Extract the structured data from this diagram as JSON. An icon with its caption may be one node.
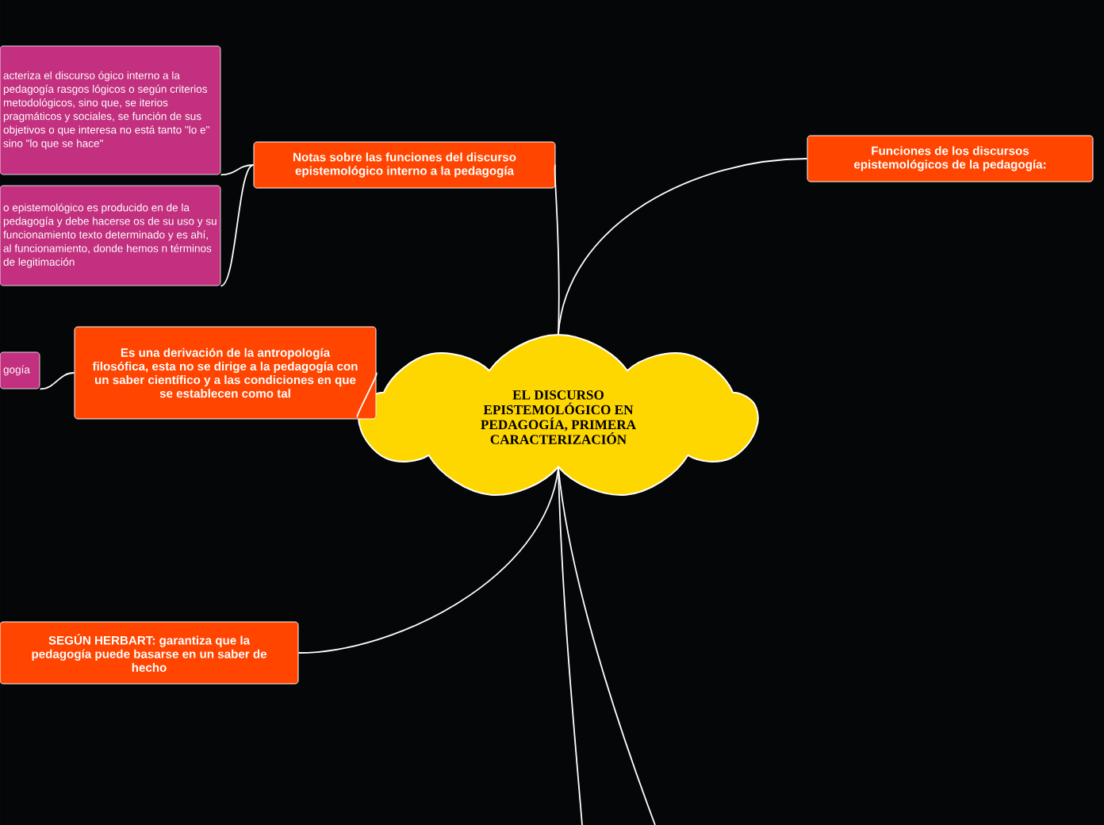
{
  "diagram": {
    "nodes": [
      {
        "text": [
          "EL DISCURSO EPISTEMOLÓGICO  EN PEDAGOGÍA, PRIMERA CARACTERIZACIÓN"
        ]
      },
      {
        "text": [
          "Notas sobre las funciones del discurso epistemológico interno a la pedagogía"
        ]
      },
      {
        "text": [
          "acteriza el discurso ógico interno a la pedagogía rasgos lógicos o según criterios metodológicos, sino que, se iterios pragmáticos y sociales, se función de sus objetivos o que interesa no está tanto \"lo e\" sino \"lo que se hace\""
        ]
      },
      {
        "text": [
          "o epistemológico es producido en de la pedagogía y debe hacerse os de su uso y su funcionamiento texto determinado y es ahí, al funcionamiento, donde hemos n términos de legitimación"
        ]
      },
      {
        "text": [
          "Funciones de los discursos epistemológicos de la pedagogía:"
        ]
      },
      {
        "text": [
          "Es una derivación de la antropología filosófica, esta no se dirige a la pedagogía con un saber científico y a las condiciones en que se establecen como tal"
        ]
      },
      {
        "text": [
          "gogía"
        ]
      },
      {
        "text": [
          "SEGÚN HERBART: garantiza que la pedagogía puede basarse en un saber de hecho"
        ]
      }
    ],
    "edges": [
      {
        "from": 0,
        "to": 1,
        "arrow": "none"
      },
      {
        "from": 1,
        "to": 2,
        "arrow": "none"
      },
      {
        "from": 1,
        "to": 3,
        "arrow": "none"
      },
      {
        "from": 0,
        "to": 4,
        "arrow": "none"
      },
      {
        "from": 0,
        "to": 5,
        "arrow": "none"
      },
      {
        "from": 5,
        "to": 6,
        "arrow": "none"
      },
      {
        "from": 0,
        "to": 7,
        "arrow": "none"
      },
      {
        "from": 0,
        "to": null,
        "arrow": "none"
      },
      {
        "from": 0,
        "to": null,
        "arrow": "none"
      }
    ]
  }
}
